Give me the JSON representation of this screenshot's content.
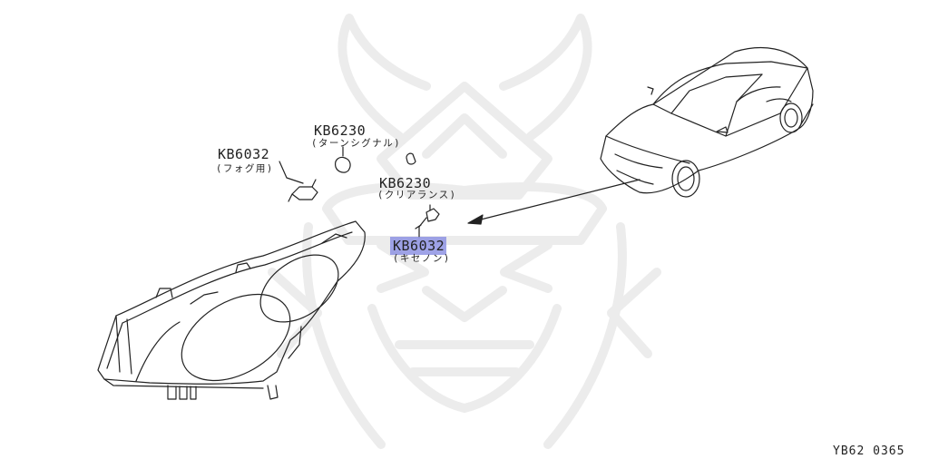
{
  "colors": {
    "line": "#222222",
    "highlight": "#8e93e3",
    "watermark": "#ececec",
    "background": "#ffffff"
  },
  "parts": [
    {
      "code": "KB6032",
      "note": "(フォグ用)",
      "highlighted": false
    },
    {
      "code": "KB6230",
      "note": "(ターンシグナル)",
      "highlighted": false
    },
    {
      "code": "KB6230",
      "note": "(クリアランス)",
      "highlighted": false
    },
    {
      "code": "KB6032",
      "note": "(キセノン)",
      "highlighted": true
    }
  ],
  "reference": "YB62 0365",
  "icons": {
    "watermark": "samurai-mask-watermark",
    "car": "coupe-car-illustration",
    "headlamp": "headlamp-assembly-illustration",
    "arrow": "location-arrow"
  }
}
